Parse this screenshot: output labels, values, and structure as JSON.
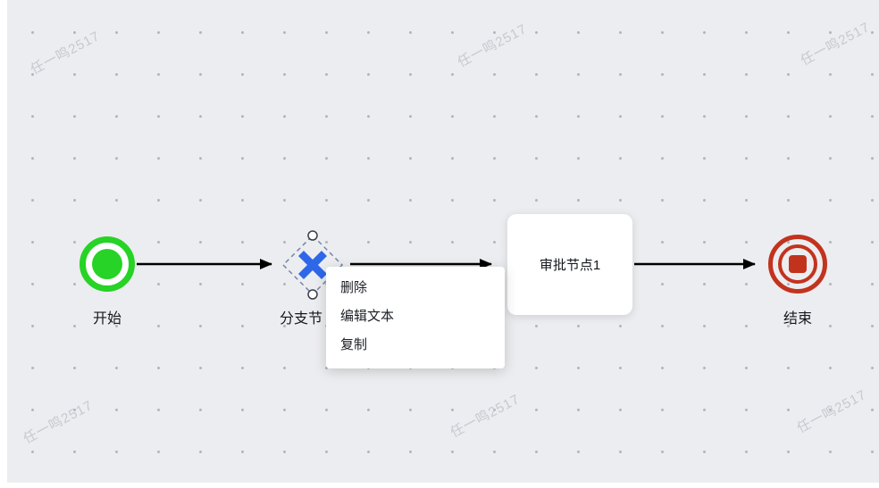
{
  "watermark": {
    "text": "任一鸣2517"
  },
  "nodes": {
    "start": {
      "label": "开始"
    },
    "gateway": {
      "label": "分支节"
    },
    "approval": {
      "label": "审批节点1"
    },
    "end": {
      "label": "结束"
    }
  },
  "context_menu": {
    "items": [
      {
        "label": "删除"
      },
      {
        "label": "编辑文本"
      },
      {
        "label": "复制"
      }
    ]
  },
  "colors": {
    "start_green": "#26d326",
    "gateway_blue": "#2e68e8",
    "end_red": "#c2331e",
    "selection_dash": "#7287a8",
    "connection_black": "#000000",
    "canvas_bg": "#ecedf0",
    "grid_dot": "#b3b7bf"
  }
}
